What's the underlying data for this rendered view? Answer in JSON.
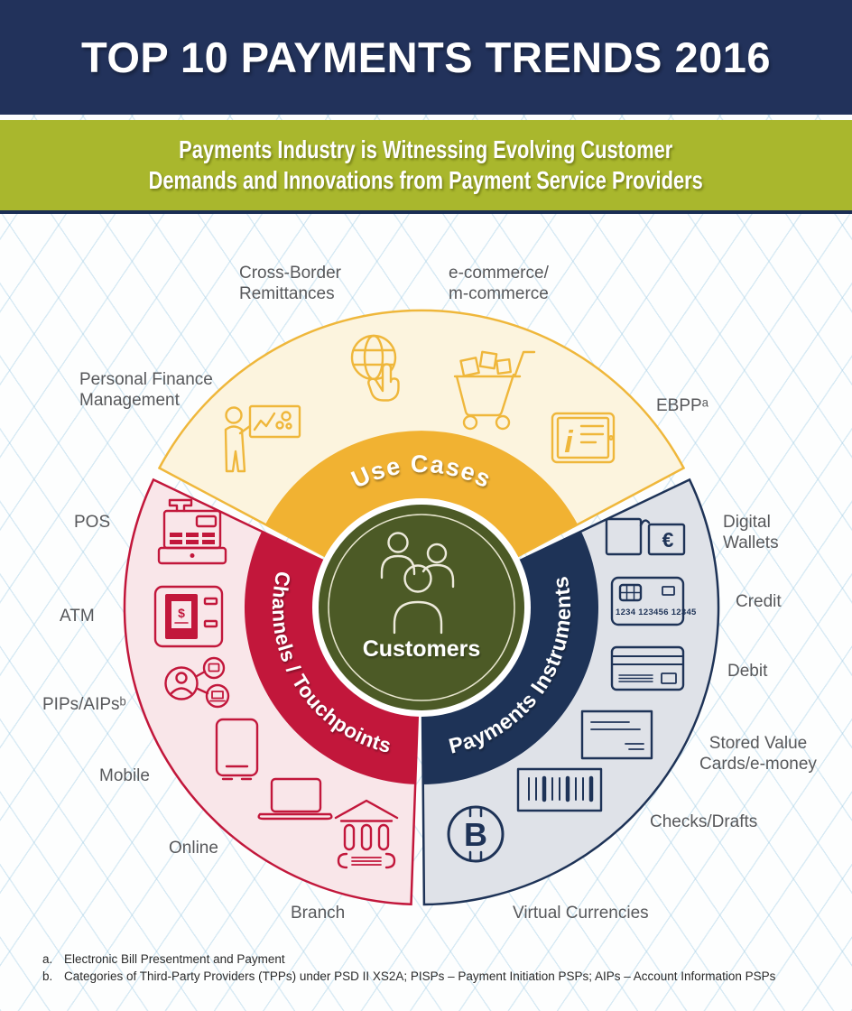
{
  "header": {
    "title": "TOP 10 PAYMENTS TRENDS 2016"
  },
  "banner": {
    "line1": "Payments Industry is Witnessing Evolving Customer",
    "line2": "Demands and Innovations from Payment Service Providers"
  },
  "colors": {
    "header_bg": "#22325B",
    "banner_bg": "#A9B72D",
    "use_cases": "#F1B232",
    "use_cases_light": "#FCF4DE",
    "channels": "#C2173B",
    "channels_light": "#F9E6E9",
    "instruments": "#1E3357",
    "instruments_light": "#DFE2E8",
    "customers_circle": "#4C5A26",
    "label_text": "#57585B"
  },
  "center": {
    "label": "Customers"
  },
  "segments": {
    "use_cases": {
      "band_label": "Use Cases",
      "items": {
        "personal_finance": "Personal Finance\nManagement",
        "cross_border": "Cross-Border\nRemittances",
        "ecommerce": "e-commerce/\nm-commerce",
        "ebpp": "EBPPᵃ"
      }
    },
    "channels": {
      "band_label": "Channels / Touchpoints",
      "items": {
        "pos": "POS",
        "atm": "ATM",
        "pips": "PIPs/AIPsᵇ",
        "mobile": "Mobile",
        "online": "Online",
        "branch": "Branch"
      }
    },
    "instruments": {
      "band_label": "Payments Instruments",
      "items": {
        "digital_wallets": "Digital\nWallets",
        "credit": "Credit",
        "debit": "Debit",
        "stored_value": "Stored Value\nCards/e-money",
        "checks": "Checks/Drafts",
        "virtual": "Virtual Currencies"
      }
    }
  },
  "icon_glyphs": {
    "euro": "€",
    "dollar": "$",
    "info": "i",
    "bitcoin_b": "B",
    "card_numbers": "1234 123456 12345"
  },
  "footnotes": {
    "a_marker": "a.",
    "a_text": "Electronic Bill Presentment and Payment",
    "b_marker": "b.",
    "b_text": "Categories of Third-Party Providers (TPPs) under PSD II XS2A; PISPs – Payment Initiation PSPs; AIPs – Account Information PSPs"
  }
}
